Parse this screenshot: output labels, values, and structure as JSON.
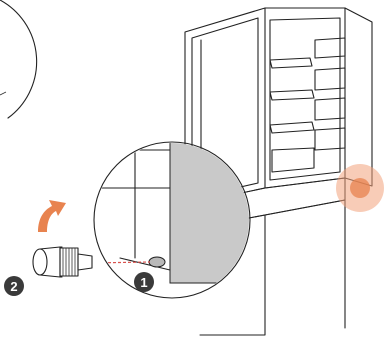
{
  "steps": [
    {
      "number": "1",
      "meaning": "screw-in-foot-point"
    },
    {
      "number": "2",
      "meaning": "rotate-leveling-foot"
    }
  ],
  "colors": {
    "line": "#222222",
    "highlight": "#f3a27c",
    "arrow": "#e8834f",
    "badge": "#3a3a3a",
    "panel_gray": "#c9c9c9",
    "leader": "#d9534f"
  },
  "icons": {
    "rotate_arrow": "curved-up-arrow-icon",
    "target_marker": "highlight-circle-icon"
  }
}
